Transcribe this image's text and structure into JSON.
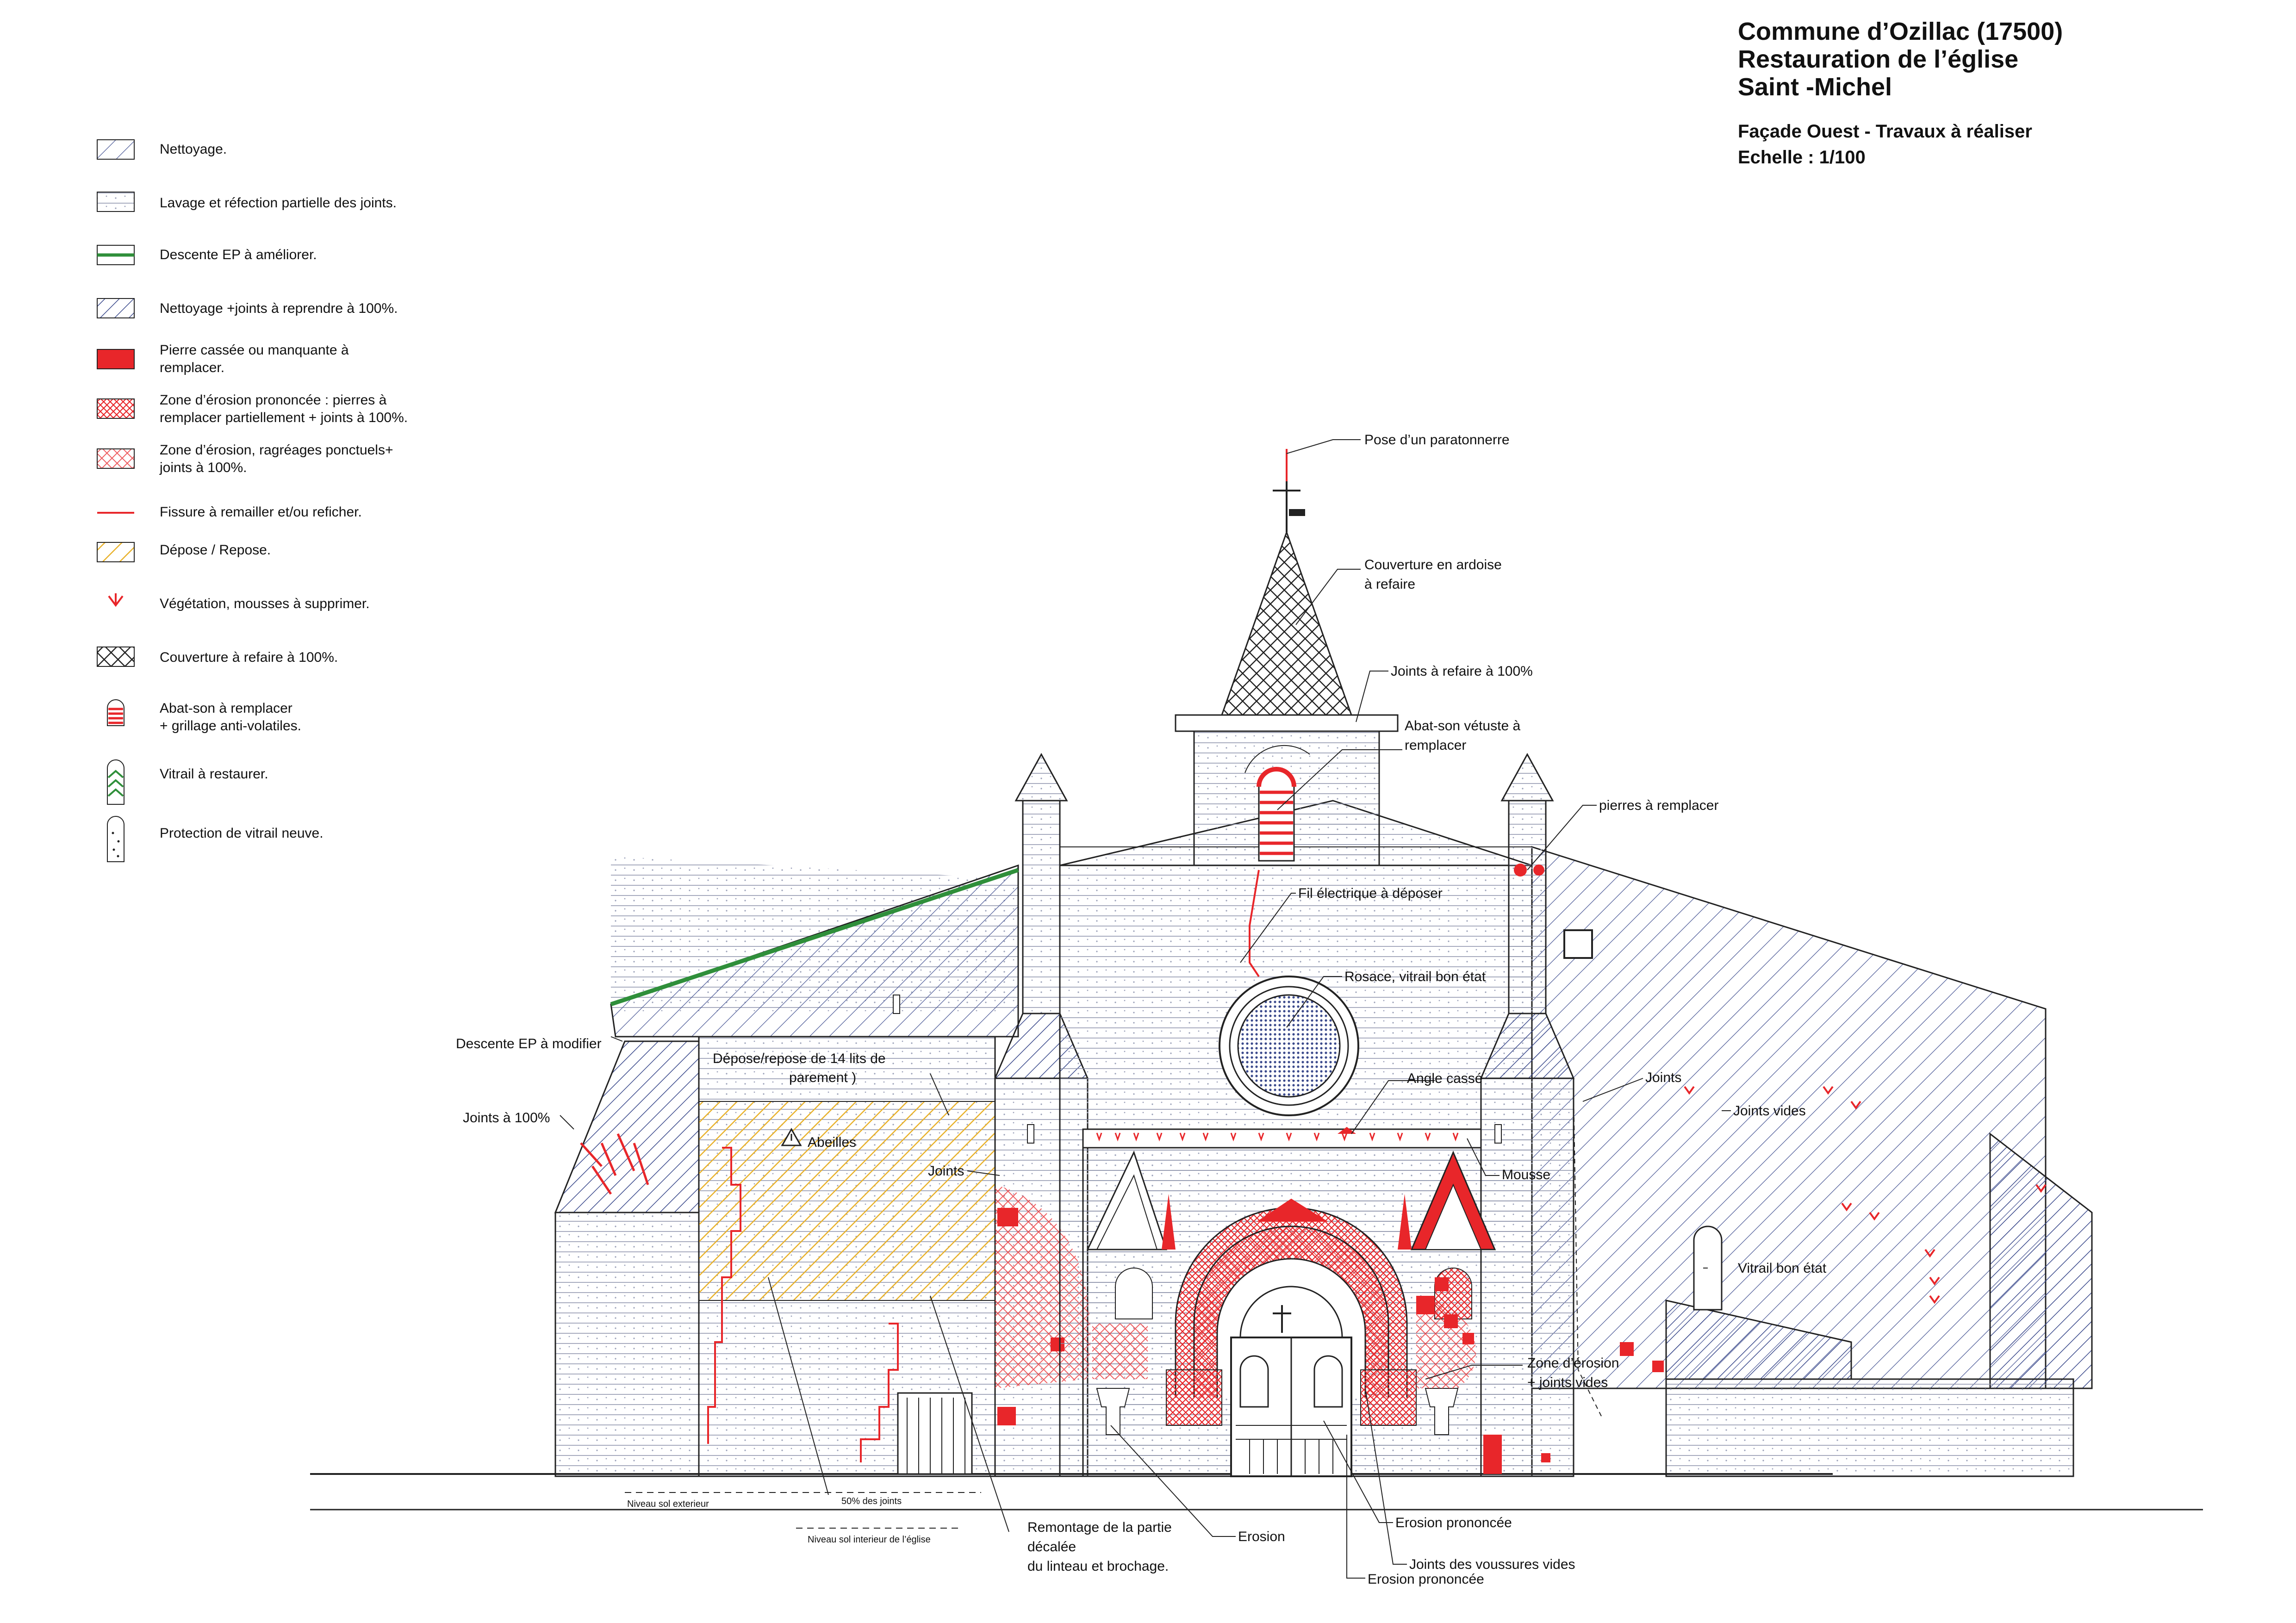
{
  "title": {
    "line1": "Commune d’Ozillac (17500)",
    "line2": "Restauration de l’église",
    "line3": "Saint -Michel",
    "sub1": "Façade Ouest - Travaux à réaliser",
    "sub2": "Echelle : 1/100"
  },
  "legend": [
    {
      "id": "nettoyage",
      "lines": [
        "Nettoyage."
      ]
    },
    {
      "id": "lavage",
      "lines": [
        "Lavage et réfection partielle des joints."
      ]
    },
    {
      "id": "descente",
      "lines": [
        "Descente EP à améliorer."
      ]
    },
    {
      "id": "nettoyage-joints",
      "lines": [
        "Nettoyage +joints à reprendre à 100%."
      ]
    },
    {
      "id": "pierre-cassee",
      "lines": [
        "Pierre cassée ou manquante à",
        "remplacer."
      ]
    },
    {
      "id": "erosion-prononcee",
      "lines": [
        "Zone d’érosion prononcée : pierres à",
        "remplacer partiellement + joints à 100%."
      ]
    },
    {
      "id": "erosion-ragreages",
      "lines": [
        "Zone d’érosion, ragréages ponctuels+",
        "joints à 100%."
      ]
    },
    {
      "id": "fissure",
      "lines": [
        "Fissure à remailler et/ou reficher."
      ]
    },
    {
      "id": "depose",
      "lines": [
        "Dépose / Repose."
      ]
    },
    {
      "id": "vegetation",
      "lines": [
        "Végétation, mousses à supprimer."
      ]
    },
    {
      "id": "couverture",
      "lines": [
        "Couverture à refaire à 100%."
      ]
    },
    {
      "id": "abat-son",
      "lines": [
        "Abat-son à remplacer",
        "+ grillage anti-volatiles."
      ]
    },
    {
      "id": "vitrail",
      "lines": [
        "Vitrail à restaurer."
      ]
    },
    {
      "id": "protection",
      "lines": [
        "Protection de vitrail neuve."
      ]
    }
  ],
  "callouts": {
    "paratonnerre": "Pose d’un paratonnerre",
    "couverture_ardoise_1": "Couverture en ardoise",
    "couverture_ardoise_2": "à refaire",
    "joints_refaire": "Joints à refaire à 100%",
    "abat_son_1": "Abat-son vétuste  à",
    "abat_son_2": "remplacer",
    "pierres_remplacer": "pierres à remplacer",
    "fil_electrique": "Fil électrique à déposer",
    "rosace": "Rosace, vitrail bon état",
    "angle_casse": "Angle cassé",
    "joints_right": "Joints",
    "joints_vides_right": "Joints vides",
    "mousse": "Mousse",
    "vitrail_bon_etat": "Vitrail bon état",
    "zone_erosion_1": "Zone d’érosion",
    "zone_erosion_2": "+ joints vides",
    "descente_ep_modifier": "Descente EP à modifier",
    "joints_100": "Joints à 100%",
    "depose_repose_1": "Dépose/repose de 14 lits de",
    "depose_repose_2": "parement )",
    "abeilles": "Abeilles",
    "joints_left": "Joints",
    "niveau_ext": "Niveau sol exterieur",
    "joints_50": "50% des joints",
    "niveau_int": "Niveau sol interieur de l’église",
    "remontage_1": "Remontage de la partie",
    "remontage_2": "décalée",
    "remontage_3": "du linteau et brochage.",
    "erosion": "Erosion",
    "erosion_prononcee_1": "Erosion prononcée",
    "joints_voussures": "Joints des voussures vides",
    "erosion_prononcee_2": "Erosion prononcée"
  },
  "colors": {
    "red": "#e8262a",
    "yellow": "#e8b12a",
    "green": "#2f8f3a",
    "blue_hatch": "#3b4a8c",
    "line": "#222222"
  }
}
